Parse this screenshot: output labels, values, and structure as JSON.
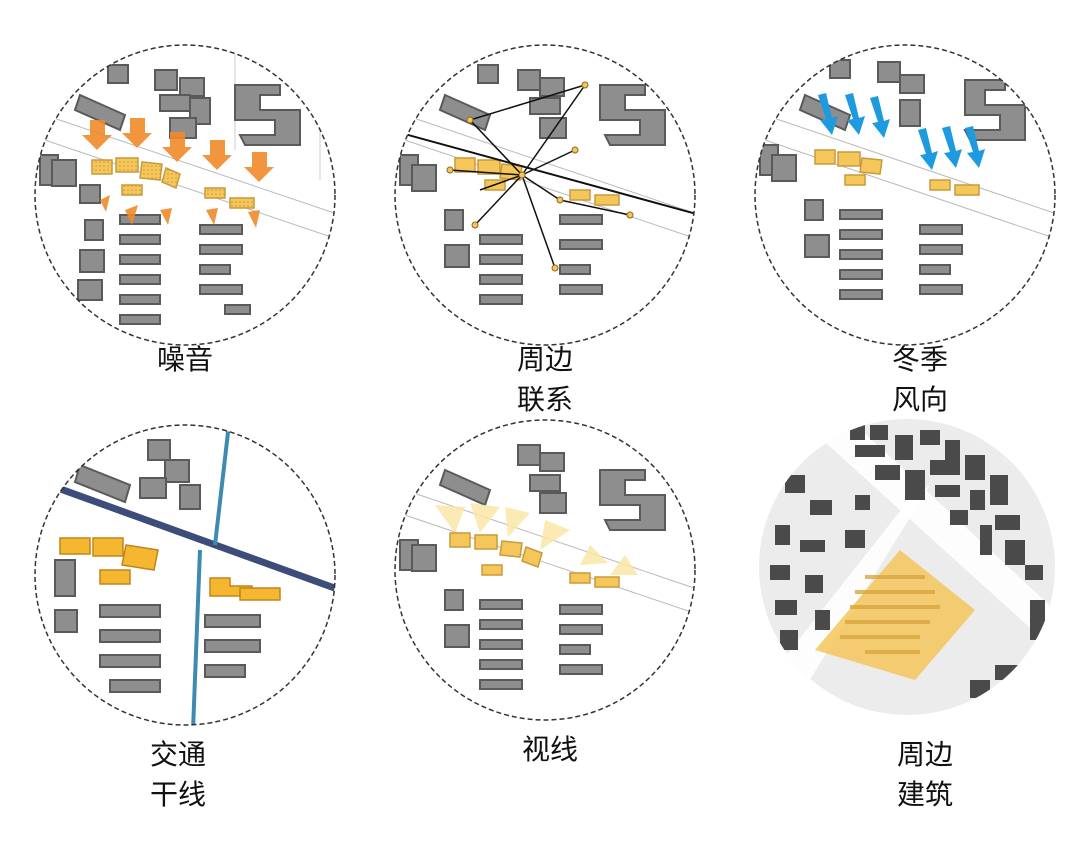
{
  "panels": [
    {
      "id": "noise",
      "caption_lines": [
        "噪音"
      ]
    },
    {
      "id": "connections",
      "caption_lines": [
        "周边",
        "联系"
      ]
    },
    {
      "id": "winter_wind",
      "caption_lines": [
        "冬季",
        "风向"
      ]
    },
    {
      "id": "traffic",
      "caption_lines": [
        "交通",
        "干线"
      ]
    },
    {
      "id": "sightline",
      "caption_lines": [
        "视线"
      ]
    },
    {
      "id": "surrounding",
      "caption_lines": [
        "周边",
        "建筑"
      ]
    }
  ],
  "colors": {
    "building_gray": "#8e8e8e",
    "building_shadow": "#5a5a5a",
    "site_yellow": "#f5c65a",
    "noise_orange": "#f08a2a",
    "wind_blue": "#1e9be0",
    "road_navy": "#3d4d7a",
    "road_teal": "#3d8bb0",
    "dark_building": "#4a4a4a"
  }
}
